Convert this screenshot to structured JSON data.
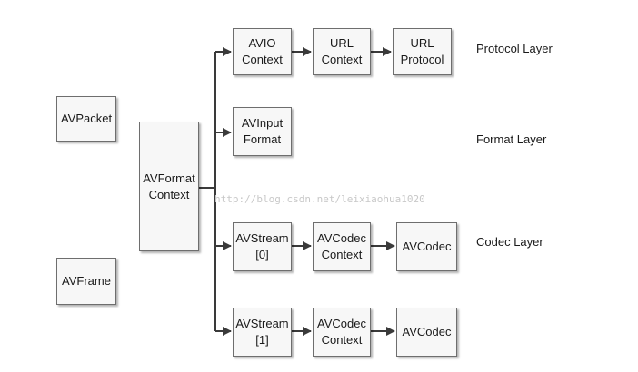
{
  "boxes": {
    "avpacket": {
      "line1": "AVPacket"
    },
    "avframe": {
      "line1": "AVFrame"
    },
    "avformat_context": {
      "line1": "AVFormat",
      "line2": "Context"
    },
    "avio_context": {
      "line1": "AVIO",
      "line2": "Context"
    },
    "url_context": {
      "line1": "URL",
      "line2": "Context"
    },
    "url_protocol": {
      "line1": "URL",
      "line2": "Protocol"
    },
    "avinput_format": {
      "line1": "AVInput",
      "line2": "Format"
    },
    "avstream_0": {
      "line1": "AVStream",
      "line2": "[0]"
    },
    "avcodec_context_0": {
      "line1": "AVCodec",
      "line2": "Context"
    },
    "avcodec_0": {
      "line1": "AVCodec"
    },
    "avstream_1": {
      "line1": "AVStream",
      "line2": "[1]"
    },
    "avcodec_context_1": {
      "line1": "AVCodec",
      "line2": "Context"
    },
    "avcodec_1": {
      "line1": "AVCodec"
    }
  },
  "layers": {
    "protocol": "Protocol Layer",
    "format": "Format Layer",
    "codec": "Codec Layer"
  },
  "watermark": "http://blog.csdn.net/leixiaohua1020",
  "colors": {
    "line": "#3a3a3a",
    "box_fill": "#f7f7f7",
    "box_border": "#6e6e6e"
  }
}
